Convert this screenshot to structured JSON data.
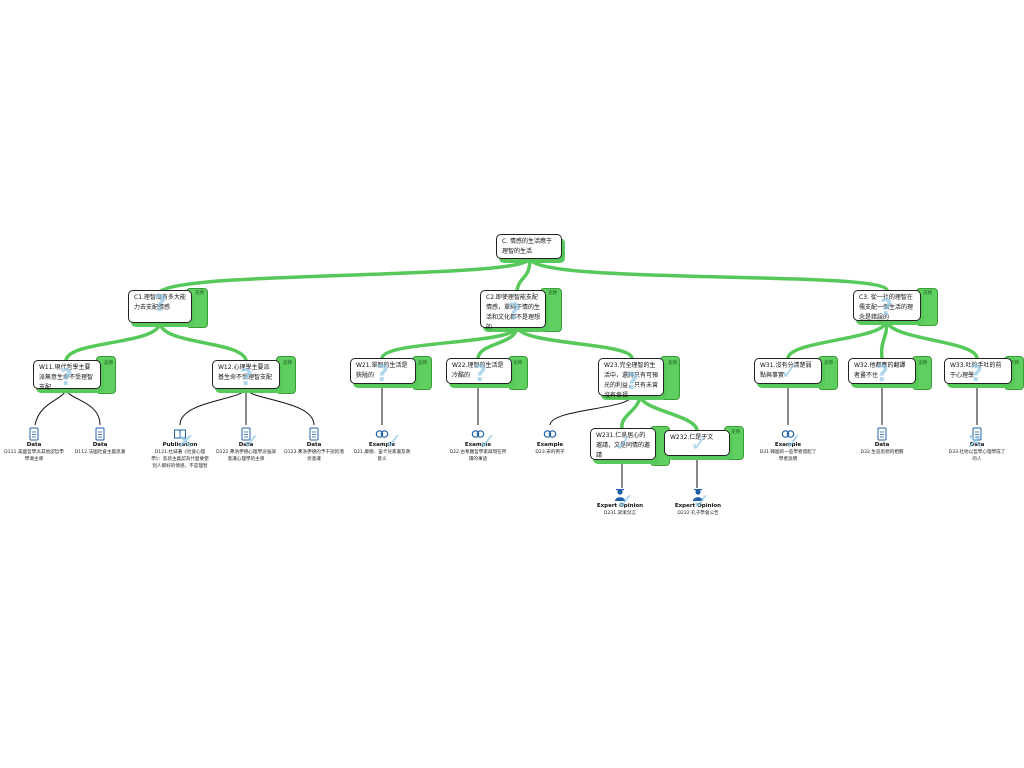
{
  "tags": {
    "support": "支持"
  },
  "claim": {
    "text": "C. 情感的生活應于理智的生活"
  },
  "level1": [
    {
      "id": "c1",
      "text": "C1.理智沒有多大能力去支配情感"
    },
    {
      "id": "c2",
      "text": "C2.即使理智能支配情感，單純于情的生活和文化都不是理想的"
    },
    {
      "id": "c3",
      "text": "C3. 從一社的理智在儒支配一個生活的理念是錯誤的"
    }
  ],
  "level2": [
    {
      "id": "w11",
      "text": "W11.現代哲學主要派無意生命不受理智支配"
    },
    {
      "id": "w12",
      "text": "W12.心理學主要派基生命不受理智支配"
    },
    {
      "id": "w21",
      "text": "W21.單智的生活是狹隘的"
    },
    {
      "id": "w22",
      "text": "W22.理智的生活是冷酷的"
    },
    {
      "id": "w23",
      "text": "W23.完全理智的生活中，還將只有可預光的利益，只有未曾沒有幸福"
    },
    {
      "id": "w31",
      "text": "W31.沒有分清楚弱點與事實"
    },
    {
      "id": "w32",
      "text": "W32.他都應的翻譯者畫不住"
    },
    {
      "id": "w33",
      "text": "W33.吐的手吐的前于心理學"
    }
  ],
  "level3": [
    {
      "id": "w231",
      "text": "W231.仁息居心的邀請，文是同情的邀請"
    },
    {
      "id": "w232",
      "text": "W232.仁是于文"
    }
  ],
  "evidence": [
    {
      "id": "d111",
      "type": "Data",
      "desc": "D111.美國哲學派其他認哲學學潮主導"
    },
    {
      "id": "d112",
      "type": "Data",
      "desc": "D112.法國社會主義思潮"
    },
    {
      "id": "d121",
      "type": "Publication",
      "desc": "D121.杜威著《社會心理學》：悲惡主義認為什麼要使別人那好的情感，不是理智"
    },
    {
      "id": "d122",
      "type": "Data",
      "desc": "D122.弗洛伊德心理學派強調意識心理學的主導"
    },
    {
      "id": "d123",
      "type": "Data",
      "desc": "D123.弗洛伊德的予干說的潛伏意識"
    },
    {
      "id": "d21",
      "type": "Example",
      "desc": "D21.康德、笛卡兒家書及政意义"
    },
    {
      "id": "d22",
      "type": "Example",
      "desc": "D22.古希臘哲學家與現在所謂的事迹"
    },
    {
      "id": "d23",
      "type": "Example",
      "desc": "D23.宋的例子"
    },
    {
      "id": "d31",
      "type": "Example",
      "desc": "D31.韓國的一些學者發起了學者說明"
    },
    {
      "id": "d32",
      "type": "Data",
      "desc": "D32.生涯思想的相關"
    },
    {
      "id": "d33",
      "type": "Data",
      "desc": "D33.社他以哲學心理學成了的人"
    },
    {
      "id": "d231",
      "type": "Expert Opinion",
      "desc": "D231.梁漱溟言"
    },
    {
      "id": "d232",
      "type": "Expert Opinion",
      "desc": "D232.孔子學會公告"
    }
  ]
}
